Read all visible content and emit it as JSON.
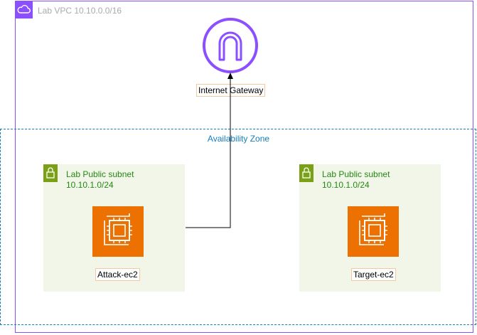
{
  "vpc": {
    "label": "Lab VPC 10.10.0.0/16",
    "color": "#8c4fff"
  },
  "availability_zone": {
    "label": "Availability Zone",
    "color": "#147eba"
  },
  "internet_gateway": {
    "label": "Internet Gateway",
    "color": "#8c4fff"
  },
  "subnets": [
    {
      "name": "Lab Public subnet",
      "cidr": "10.10.1.0/24",
      "instance": "Attack-ec2"
    },
    {
      "name": "Lab Public subnet",
      "cidr": "10.10.1.0/24",
      "instance": "Target-ec2"
    }
  ],
  "colors": {
    "subnet_fill": "#f2f6e8",
    "subnet_text": "#248814",
    "subnet_icon": "#7aa116",
    "ec2": "#ed7100"
  },
  "icons": [
    "cloud-icon",
    "internet-gateway-icon",
    "lock-icon",
    "ec2-chip-icon"
  ]
}
